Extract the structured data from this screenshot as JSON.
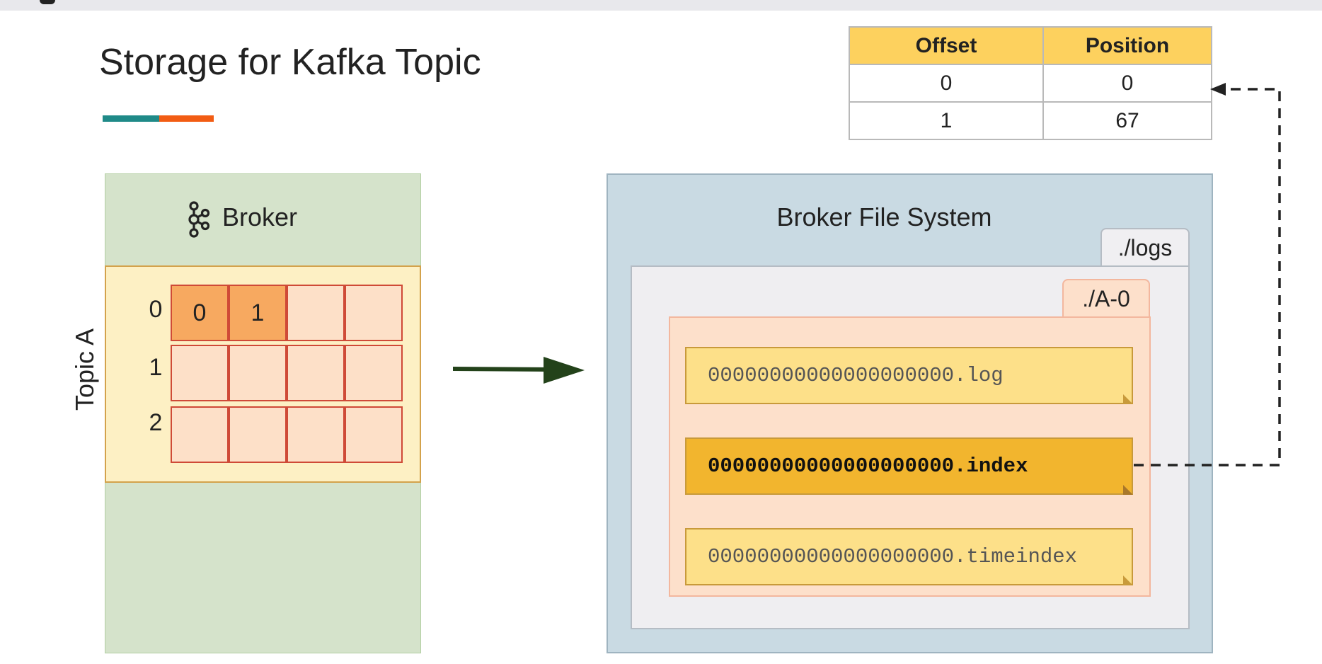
{
  "title": "Storage for Kafka Topic",
  "colors": {
    "accent_teal": "#1f8a88",
    "accent_orange": "#f25c13",
    "active_file": "#f2b52e"
  },
  "broker": {
    "label": "Broker",
    "icon": "kafka-logo-icon",
    "topic_label": "Topic A",
    "partitions": [
      {
        "label": "0",
        "cells": [
          "0",
          "1",
          "",
          ""
        ],
        "filled": [
          true,
          true,
          false,
          false
        ]
      },
      {
        "label": "1",
        "cells": [
          "",
          "",
          "",
          ""
        ],
        "filled": [
          false,
          false,
          false,
          false
        ]
      },
      {
        "label": "2",
        "cells": [
          "",
          "",
          "",
          ""
        ],
        "filled": [
          false,
          false,
          false,
          false
        ]
      }
    ]
  },
  "file_system": {
    "label": "Broker File System",
    "logs_folder": "./logs",
    "partition_folder": "./A-0",
    "files": [
      {
        "name": "00000000000000000000.log",
        "active": false
      },
      {
        "name": "00000000000000000000.index",
        "active": true
      },
      {
        "name": "00000000000000000000.timeindex",
        "active": false
      }
    ]
  },
  "index_table": {
    "headers": [
      "Offset",
      "Position"
    ],
    "rows": [
      [
        "0",
        "0"
      ],
      [
        "1",
        "67"
      ]
    ]
  }
}
